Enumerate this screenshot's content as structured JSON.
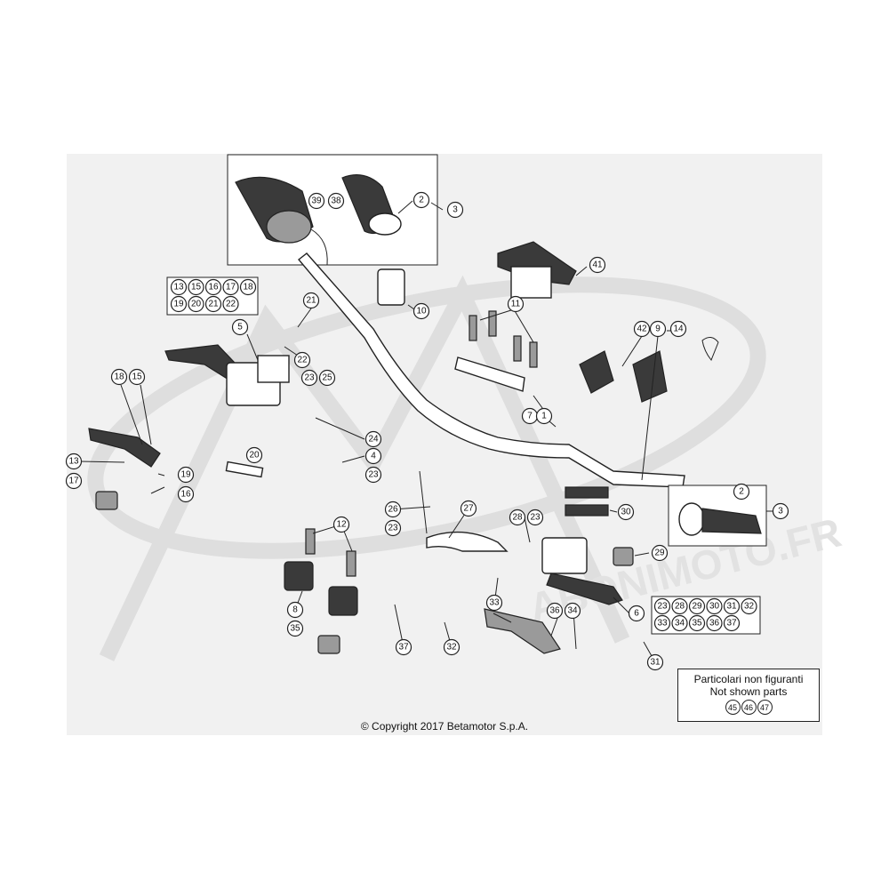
{
  "copyright": "© Copyright 2017 Betamotor S.p.A.",
  "not_shown": {
    "line1": "Particolari non figuranti",
    "line2": "Not shown parts",
    "numbers": [
      "45",
      "46",
      "47"
    ]
  },
  "watermark": "ABONIMOTO.FR",
  "callouts": {
    "c1": "1",
    "c2a": "2",
    "c2b": "2",
    "c3a": "3",
    "c3b": "3",
    "c4": "4",
    "c5": "5",
    "c6": "6",
    "c7": "7",
    "c8": "8",
    "c9": "9",
    "c10": "10",
    "c11": "11",
    "c12": "12",
    "c13": "13",
    "c14": "14",
    "c15": "15",
    "c16": "16",
    "c17": "17",
    "c18": "18",
    "c19": "19",
    "c20": "20",
    "c21": "21",
    "c22": "22",
    "c23a": "23",
    "c23b": "23",
    "c23c": "23",
    "c23d": "23",
    "c24": "24",
    "c25": "25",
    "c26": "26",
    "c27": "27",
    "c28": "28",
    "c29": "29",
    "c30": "30",
    "c31": "31",
    "c32": "32",
    "c33": "33",
    "c34": "34",
    "c35": "35",
    "c36": "36",
    "c37": "37",
    "c38": "38",
    "c39": "39",
    "c41": "41",
    "c42": "42"
  },
  "group_left": {
    "row1": [
      "13",
      "15",
      "16",
      "17",
      "18"
    ],
    "row2": [
      "19",
      "20",
      "21",
      "22"
    ]
  },
  "group_right": {
    "row1": [
      "23",
      "28",
      "29",
      "30",
      "31",
      "32"
    ],
    "row2": [
      "33",
      "34",
      "35",
      "36",
      "37"
    ]
  }
}
